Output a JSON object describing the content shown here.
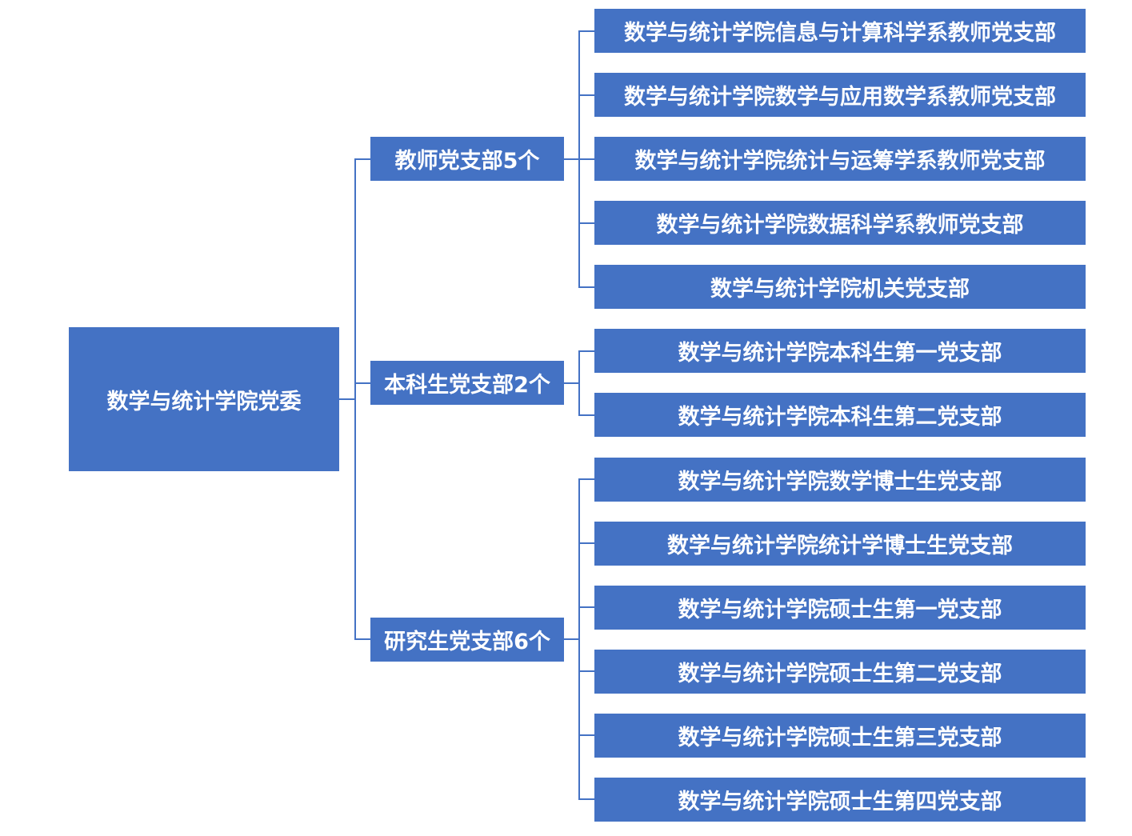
{
  "root": {
    "label": "数学与统计学院党委"
  },
  "groups": [
    {
      "label": "教师党支部5个",
      "children": [
        "数学与统计学院信息与计算科学系教师党支部",
        "数学与统计学院数学与应用数学系教师党支部",
        "数学与统计学院统计与运筹学系教师党支部",
        "数学与统计学院数据科学系教师党支部",
        "数学与统计学院机关党支部"
      ]
    },
    {
      "label": "本科生党支部2个",
      "children": [
        "数学与统计学院本科生第一党支部",
        "数学与统计学院本科生第二党支部"
      ]
    },
    {
      "label": "研究生党支部6个",
      "children": [
        "数学与统计学院数学博士生党支部",
        "数学与统计学院统计学博士生党支部",
        "数学与统计学院硕士生第一党支部",
        "数学与统计学院硕士生第二党支部",
        "数学与统计学院硕士生第三党支部",
        "数学与统计学院硕士生第四党支部"
      ]
    }
  ],
  "colors": {
    "node_fill": "#4472C4",
    "node_text": "#FFFFFF",
    "connector": "#4472C4"
  }
}
